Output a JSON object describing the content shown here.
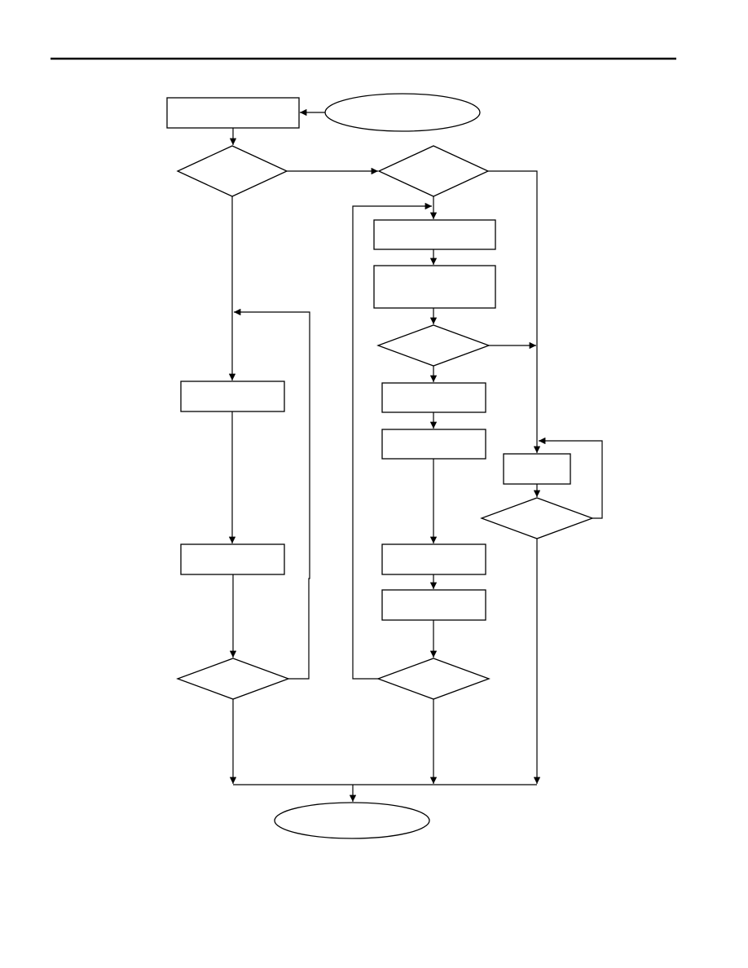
{
  "diagram": {
    "type": "flowchart",
    "line_color": "#000000",
    "background": "#ffffff",
    "has_header_rule": true,
    "nodes": [
      {
        "id": "start-terminator",
        "shape": "ellipse",
        "label": ""
      },
      {
        "id": "process-initial",
        "shape": "rectangle",
        "label": ""
      },
      {
        "id": "decision-branch-left",
        "shape": "diamond",
        "label": ""
      },
      {
        "id": "decision-branch-right",
        "shape": "diamond",
        "label": ""
      },
      {
        "id": "process-left-1",
        "shape": "rectangle",
        "label": ""
      },
      {
        "id": "process-left-2",
        "shape": "rectangle",
        "label": ""
      },
      {
        "id": "decision-left-loop",
        "shape": "diamond",
        "label": ""
      },
      {
        "id": "process-middle-1",
        "shape": "rectangle",
        "label": ""
      },
      {
        "id": "process-middle-2",
        "shape": "rectangle",
        "label": ""
      },
      {
        "id": "decision-middle",
        "shape": "diamond",
        "label": ""
      },
      {
        "id": "process-middle-3",
        "shape": "rectangle",
        "label": ""
      },
      {
        "id": "process-middle-4",
        "shape": "rectangle",
        "label": ""
      },
      {
        "id": "process-middle-5",
        "shape": "rectangle",
        "label": ""
      },
      {
        "id": "process-middle-6",
        "shape": "rectangle",
        "label": ""
      },
      {
        "id": "decision-middle-loop",
        "shape": "diamond",
        "label": ""
      },
      {
        "id": "process-right-1",
        "shape": "rectangle",
        "label": ""
      },
      {
        "id": "decision-right-loop",
        "shape": "diamond",
        "label": ""
      },
      {
        "id": "end-terminator",
        "shape": "ellipse",
        "label": ""
      }
    ],
    "edges": [
      {
        "from": "start-terminator",
        "to": "process-initial"
      },
      {
        "from": "process-initial",
        "to": "decision-branch-left"
      },
      {
        "from": "decision-branch-left",
        "to": "decision-branch-right"
      },
      {
        "from": "decision-branch-left",
        "to": "process-left-1"
      },
      {
        "from": "process-left-1",
        "to": "process-left-2"
      },
      {
        "from": "process-left-2",
        "to": "decision-left-loop"
      },
      {
        "from": "decision-left-loop",
        "to": "process-left-1",
        "kind": "loop-back"
      },
      {
        "from": "decision-branch-right",
        "to": "process-middle-1"
      },
      {
        "from": "process-middle-1",
        "to": "process-middle-2"
      },
      {
        "from": "process-middle-2",
        "to": "decision-middle"
      },
      {
        "from": "decision-middle",
        "to": "process-middle-3"
      },
      {
        "from": "process-middle-3",
        "to": "process-middle-4"
      },
      {
        "from": "process-middle-4",
        "to": "process-middle-5"
      },
      {
        "from": "process-middle-5",
        "to": "process-middle-6"
      },
      {
        "from": "process-middle-6",
        "to": "decision-middle-loop"
      },
      {
        "from": "decision-middle-loop",
        "to": "process-middle-1",
        "kind": "loop-back"
      },
      {
        "from": "decision-branch-right",
        "to": "process-right-1"
      },
      {
        "from": "decision-middle",
        "to": "process-right-1"
      },
      {
        "from": "process-right-1",
        "to": "decision-right-loop"
      },
      {
        "from": "decision-right-loop",
        "to": "process-right-1",
        "kind": "loop-back"
      },
      {
        "from": "decision-left-loop",
        "to": "end-terminator"
      },
      {
        "from": "decision-middle-loop",
        "to": "end-terminator"
      },
      {
        "from": "decision-right-loop",
        "to": "end-terminator"
      }
    ]
  }
}
